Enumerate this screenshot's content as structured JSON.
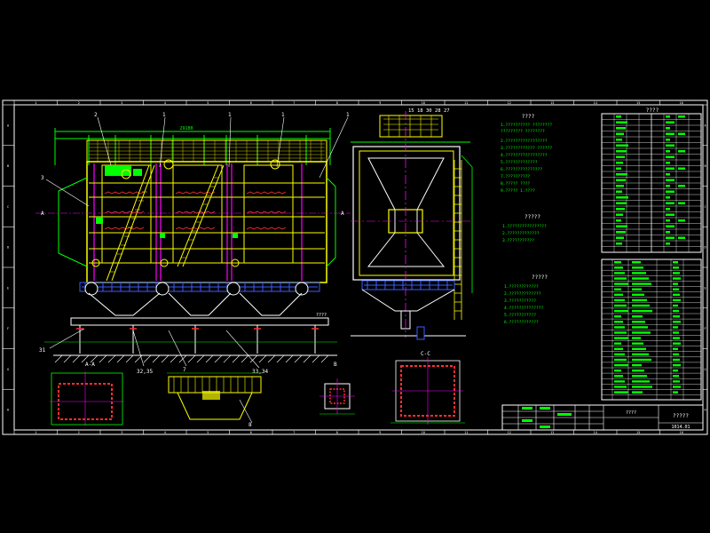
{
  "colors": {
    "background": "#000000",
    "border": "#ffffff",
    "structure": "#ffff00",
    "dimension": "#00ff00",
    "centerline": "#ff00ff",
    "detail": "#00ffff",
    "hatch": "#ff0000",
    "fill_blue": "#3a5cff"
  },
  "border": {
    "ticks": [
      "1",
      "2",
      "3",
      "4",
      "5",
      "6",
      "7",
      "8",
      "9",
      "10",
      "11",
      "12",
      "13",
      "14",
      "15",
      "16"
    ],
    "rows": [
      "A",
      "B",
      "C",
      "D",
      "E",
      "F",
      "G",
      "H"
    ]
  },
  "front_view": {
    "callouts_top": [
      "2",
      "1",
      "1",
      "1",
      "1"
    ],
    "callout_left": "3",
    "callouts_bottom": [
      "31",
      "32,35",
      "7",
      "33,34",
      "8"
    ],
    "section_mark": "A",
    "overall_dim": "29180",
    "label_right": "????"
  },
  "side_view": {
    "callouts_top": [
      "15",
      "18",
      "30",
      "28",
      "27"
    ]
  },
  "sections": {
    "section_a_label": "A-A",
    "section_b_label": "B",
    "section_c_label": "C-C"
  },
  "notes": {
    "tech_title": "????",
    "tech_lines": [
      "1.?????????? ????????",
      "  ????????? ????????",
      "2.?????????????????",
      "3.???????????? ??????",
      "4.?????????????????",
      "5.?????????????",
      "6.???????????????",
      "7.??????????",
      "8.????? ????",
      "9.????? 1:????"
    ],
    "block2_title": "?????",
    "block2_lines": [
      "1.????????????????",
      "2.?????????????",
      "3.???????????"
    ],
    "block3_title": "?????",
    "block3_lines": [
      "1.????????????",
      "2.?????????????",
      "3.???????????",
      "4.??????????????",
      "5.???????????",
      "6.????????????"
    ]
  },
  "title_block": {
    "main_title": "?????",
    "sub_title": "????",
    "drawing_no": "1014.01"
  },
  "param_table": {
    "title": "????"
  }
}
